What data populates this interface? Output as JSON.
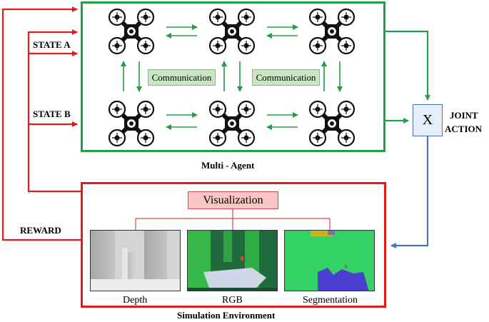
{
  "labels": {
    "state_a": "STATE A",
    "state_b": "STATE B",
    "reward": "REWARD",
    "joint_action_line1": "JOINT",
    "joint_action_line2": "ACTION",
    "x_symbol": "X",
    "multi_agent": "Multi - Agent",
    "simulation_environment": "Simulation Environment"
  },
  "communication": [
    "Communication",
    "Communication"
  ],
  "visualization": {
    "title": "Visualization",
    "panels": [
      "Depth",
      "RGB",
      "Segmentation"
    ]
  },
  "colors": {
    "agent_green": "#22a045",
    "environment_red": "#e21b1b",
    "action_blue": "#4a72b8",
    "comm_fill": "#c9e6c2",
    "viz_fill": "#f9c5c5"
  },
  "drone_count": 6
}
